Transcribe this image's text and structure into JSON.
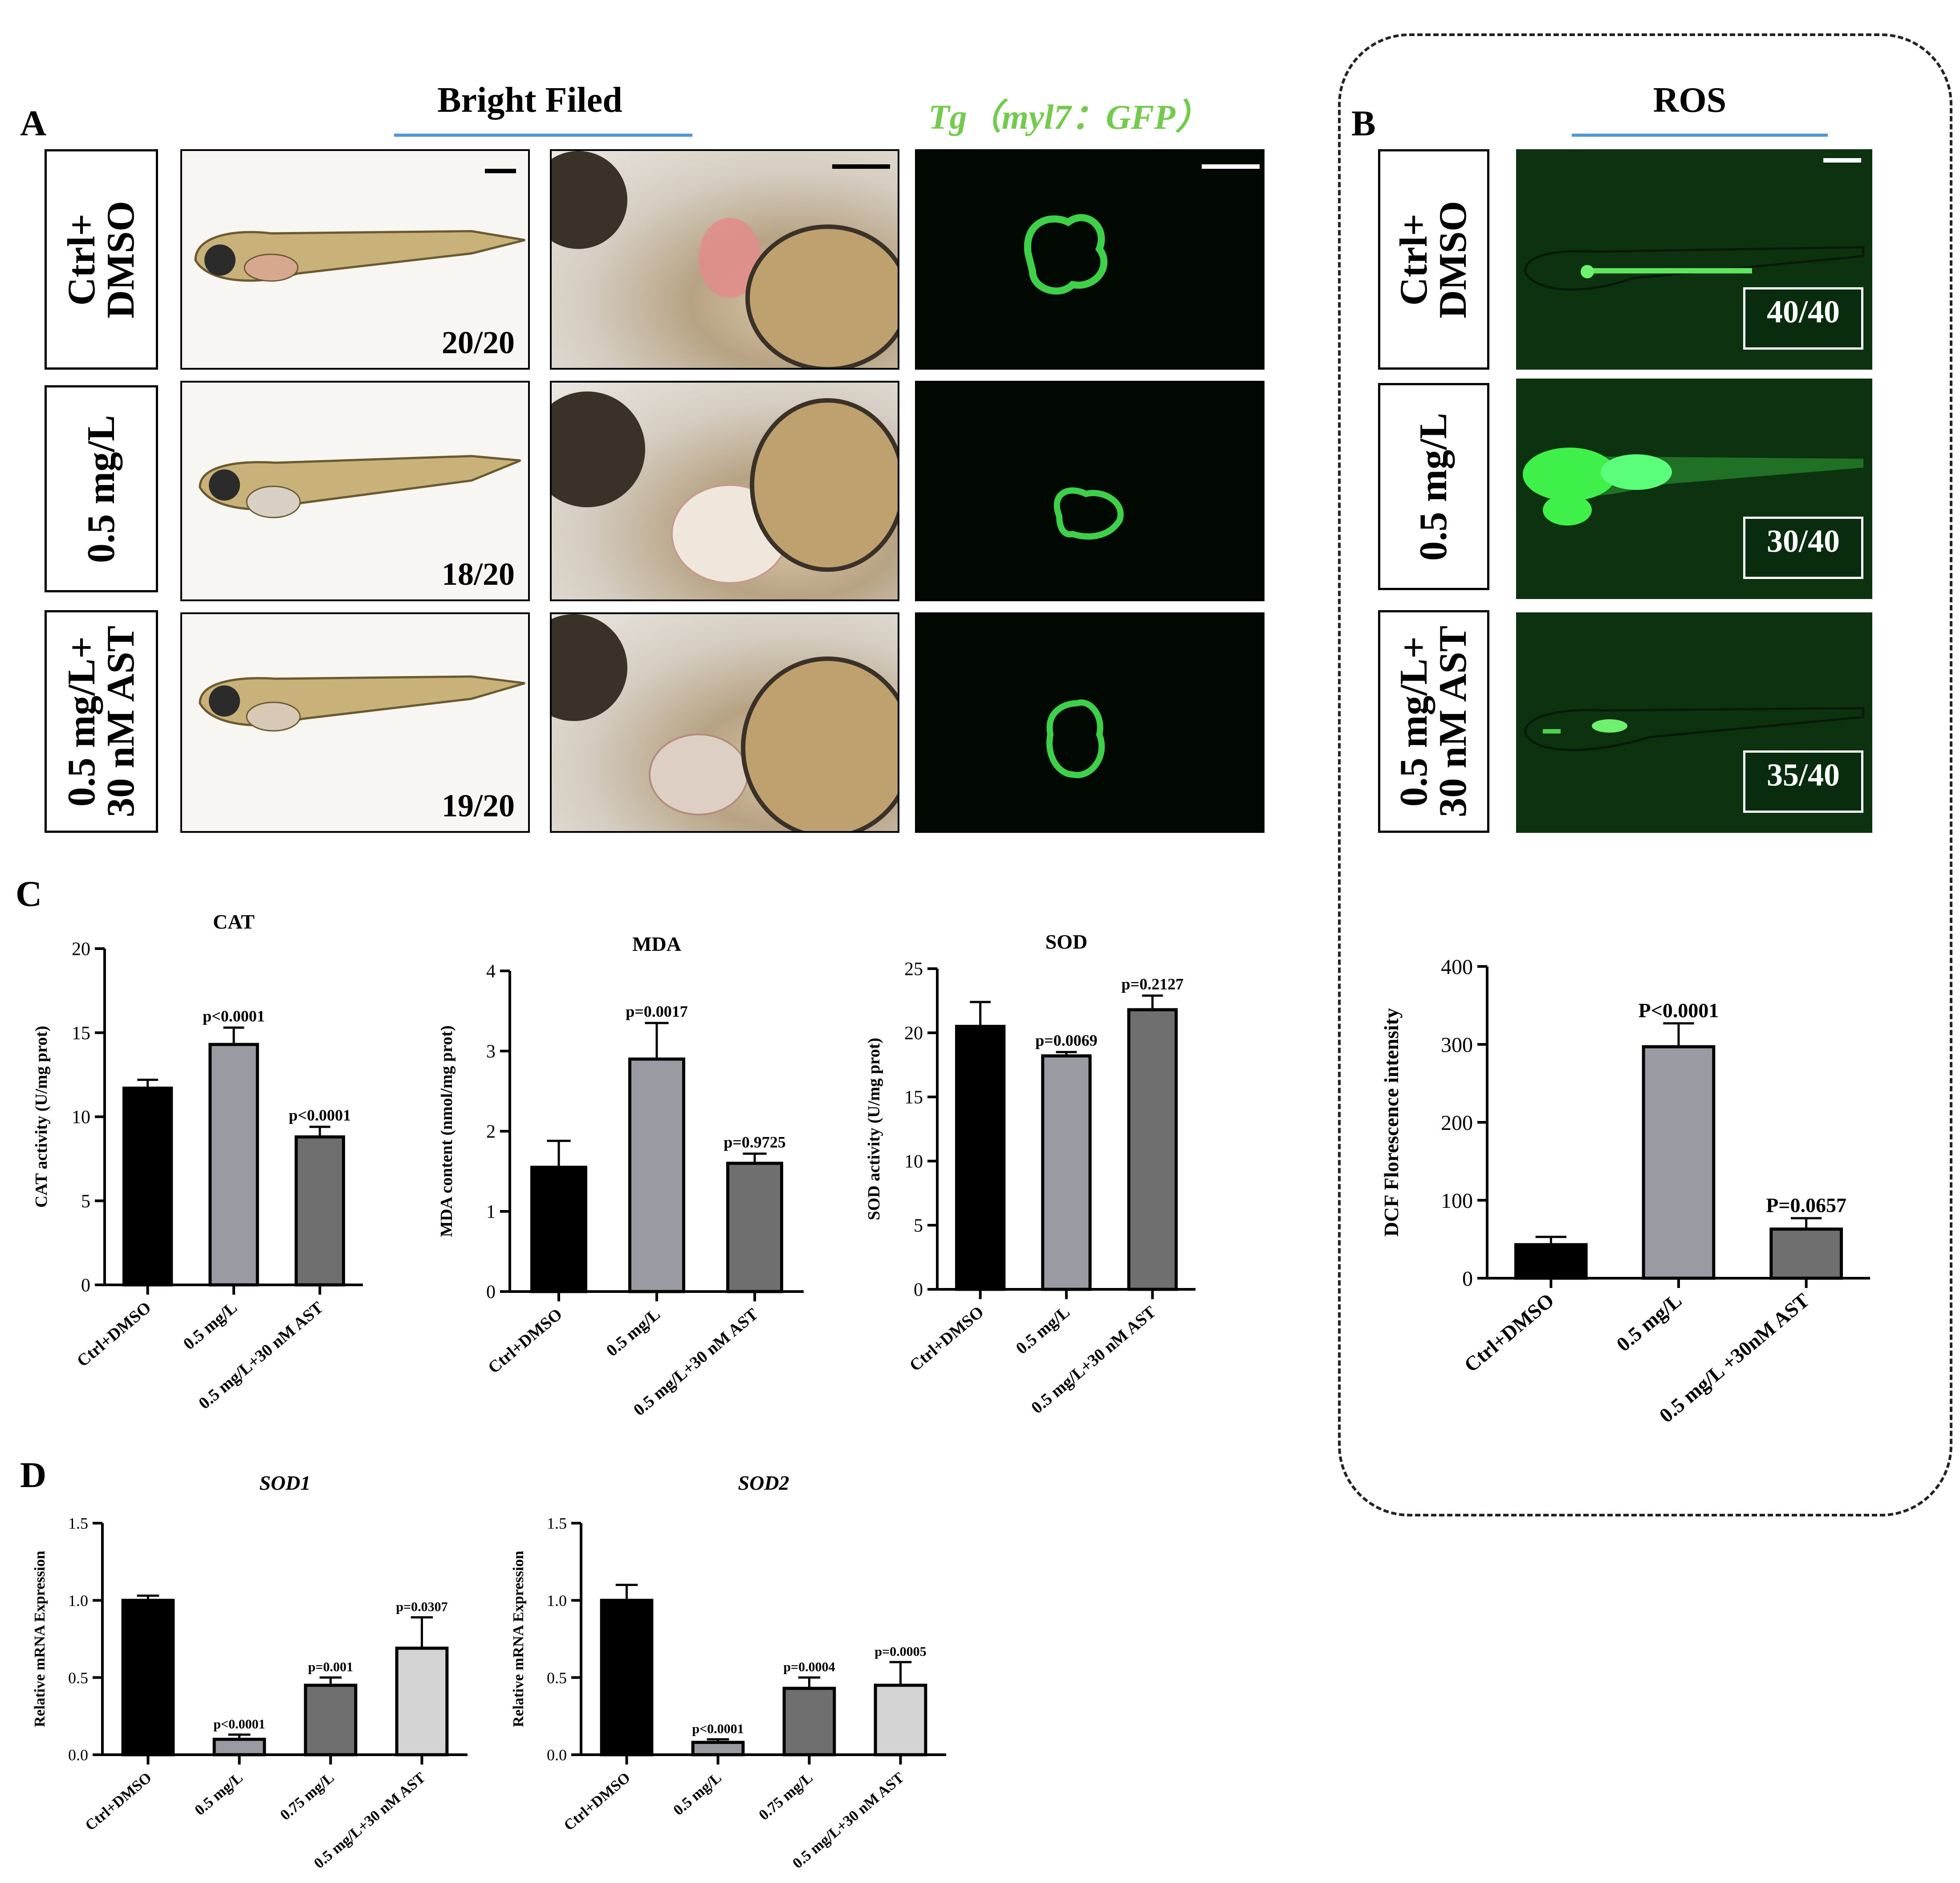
{
  "panel_letters": {
    "A": "A",
    "B": "B",
    "C": "C",
    "D": "D"
  },
  "panelA": {
    "bright_field_title": "Bright Filed",
    "tg_title": "Tg（myl7：GFP）",
    "rows": [
      {
        "label_line1": "Ctrl+",
        "label_line2": "DMSO",
        "count": "20/20"
      },
      {
        "label_line1": "",
        "label_line2": "0.5 mg/L",
        "count": "18/20"
      },
      {
        "label_line1": "0.5 mg/L+",
        "label_line2": "30 nM AST",
        "count": "19/20"
      }
    ]
  },
  "panelB": {
    "title": "ROS",
    "rows": [
      {
        "label_line1": "Ctrl+",
        "label_line2": "DMSO",
        "count": "40/40"
      },
      {
        "label_line1": "",
        "label_line2": "0.5 mg/L",
        "count": "30/40"
      },
      {
        "label_line1": "0.5 mg/L+",
        "label_line2": "30 nM AST",
        "count": "35/40"
      }
    ]
  },
  "chart_data": [
    {
      "id": "cat",
      "type": "bar",
      "title": "CAT",
      "ylabel": "CAT activity (U/mg prot)",
      "categories": [
        "Ctrl+DMSO",
        "0.5 mg/L",
        "0.5 mg/L+30 nM AST"
      ],
      "values": [
        11.7,
        14.3,
        8.8
      ],
      "errors": [
        0.5,
        1.0,
        0.6
      ],
      "pvalues": [
        "",
        "p<0.0001",
        "p<0.0001"
      ],
      "ylim": [
        0,
        20
      ],
      "yticks": [
        0,
        5,
        10,
        15,
        20
      ],
      "colors": [
        "#000000",
        "#9a9aa2",
        "#6f6f6f"
      ]
    },
    {
      "id": "mda",
      "type": "bar",
      "title": "MDA",
      "ylabel": "MDA content (nmol/mg prot)",
      "categories": [
        "Ctrl+DMSO",
        "0.5 mg/L",
        "0.5 mg/L+30 nM AST"
      ],
      "values": [
        1.55,
        2.9,
        1.6
      ],
      "errors": [
        0.33,
        0.45,
        0.12
      ],
      "pvalues": [
        "",
        "p=0.0017",
        "p=0.9725"
      ],
      "ylim": [
        0,
        4
      ],
      "yticks": [
        0,
        1,
        2,
        3,
        4
      ],
      "colors": [
        "#000000",
        "#9a9aa2",
        "#6f6f6f"
      ]
    },
    {
      "id": "sod",
      "type": "bar",
      "title": "SOD",
      "ylabel": "SOD activity (U/mg prot)",
      "categories": [
        "Ctrl+DMSO",
        "0.5 mg/L",
        "0.5 mg/L+30 nM AST"
      ],
      "values": [
        20.5,
        18.2,
        21.8
      ],
      "errors": [
        1.9,
        0.3,
        1.1
      ],
      "pvalues": [
        "",
        "p=0.0069",
        "p=0.2127"
      ],
      "ylim": [
        0,
        25
      ],
      "yticks": [
        0,
        5,
        10,
        15,
        20,
        25
      ],
      "colors": [
        "#000000",
        "#9a9aa2",
        "#6f6f6f"
      ]
    },
    {
      "id": "dcf",
      "type": "bar",
      "title": "",
      "ylabel": "DCF Florescence intensity",
      "categories": [
        "Ctrl+DMSO",
        "0.5 mg/L",
        "0.5 mg/L +30nM AST"
      ],
      "values": [
        43,
        297,
        63
      ],
      "errors": [
        10,
        30,
        14
      ],
      "pvalues": [
        "",
        "P<0.0001",
        "P=0.0657"
      ],
      "ylim": [
        0,
        400
      ],
      "yticks": [
        0,
        100,
        200,
        300,
        400
      ],
      "colors": [
        "#000000",
        "#9a9aa2",
        "#6f6f6f"
      ]
    },
    {
      "id": "sod1",
      "type": "bar",
      "title": "SOD1",
      "ylabel": "Relative mRNA Expression",
      "categories": [
        "Ctrl+DMSO",
        "0.5 mg/L",
        "0.75 mg/L",
        "0.5 mg/L+30 nM AST"
      ],
      "values": [
        1.0,
        0.1,
        0.45,
        0.69
      ],
      "errors": [
        0.03,
        0.03,
        0.05,
        0.2
      ],
      "pvalues": [
        "",
        "p<0.0001",
        "p=0.001",
        "p=0.0307"
      ],
      "ylim": [
        0,
        1.5
      ],
      "yticks": [
        0.0,
        0.5,
        1.0,
        1.5
      ],
      "colors": [
        "#000000",
        "#9a9aa2",
        "#6f6f6f",
        "#d4d4d4"
      ]
    },
    {
      "id": "sod2",
      "type": "bar",
      "title": "SOD2",
      "ylabel": "Relative mRNA Expression",
      "categories": [
        "Ctrl+DMSO",
        "0.5 mg/L",
        "0.75 mg/L",
        "0.5 mg/L+30 nM AST"
      ],
      "values": [
        1.0,
        0.08,
        0.43,
        0.45
      ],
      "errors": [
        0.1,
        0.02,
        0.07,
        0.15
      ],
      "pvalues": [
        "",
        "p<0.0001",
        "p=0.0004",
        "p=0.0005"
      ],
      "ylim": [
        0,
        1.5
      ],
      "yticks": [
        0.0,
        0.5,
        1.0,
        1.5
      ],
      "colors": [
        "#000000",
        "#9a9aa2",
        "#6f6f6f",
        "#d4d4d4"
      ]
    }
  ]
}
